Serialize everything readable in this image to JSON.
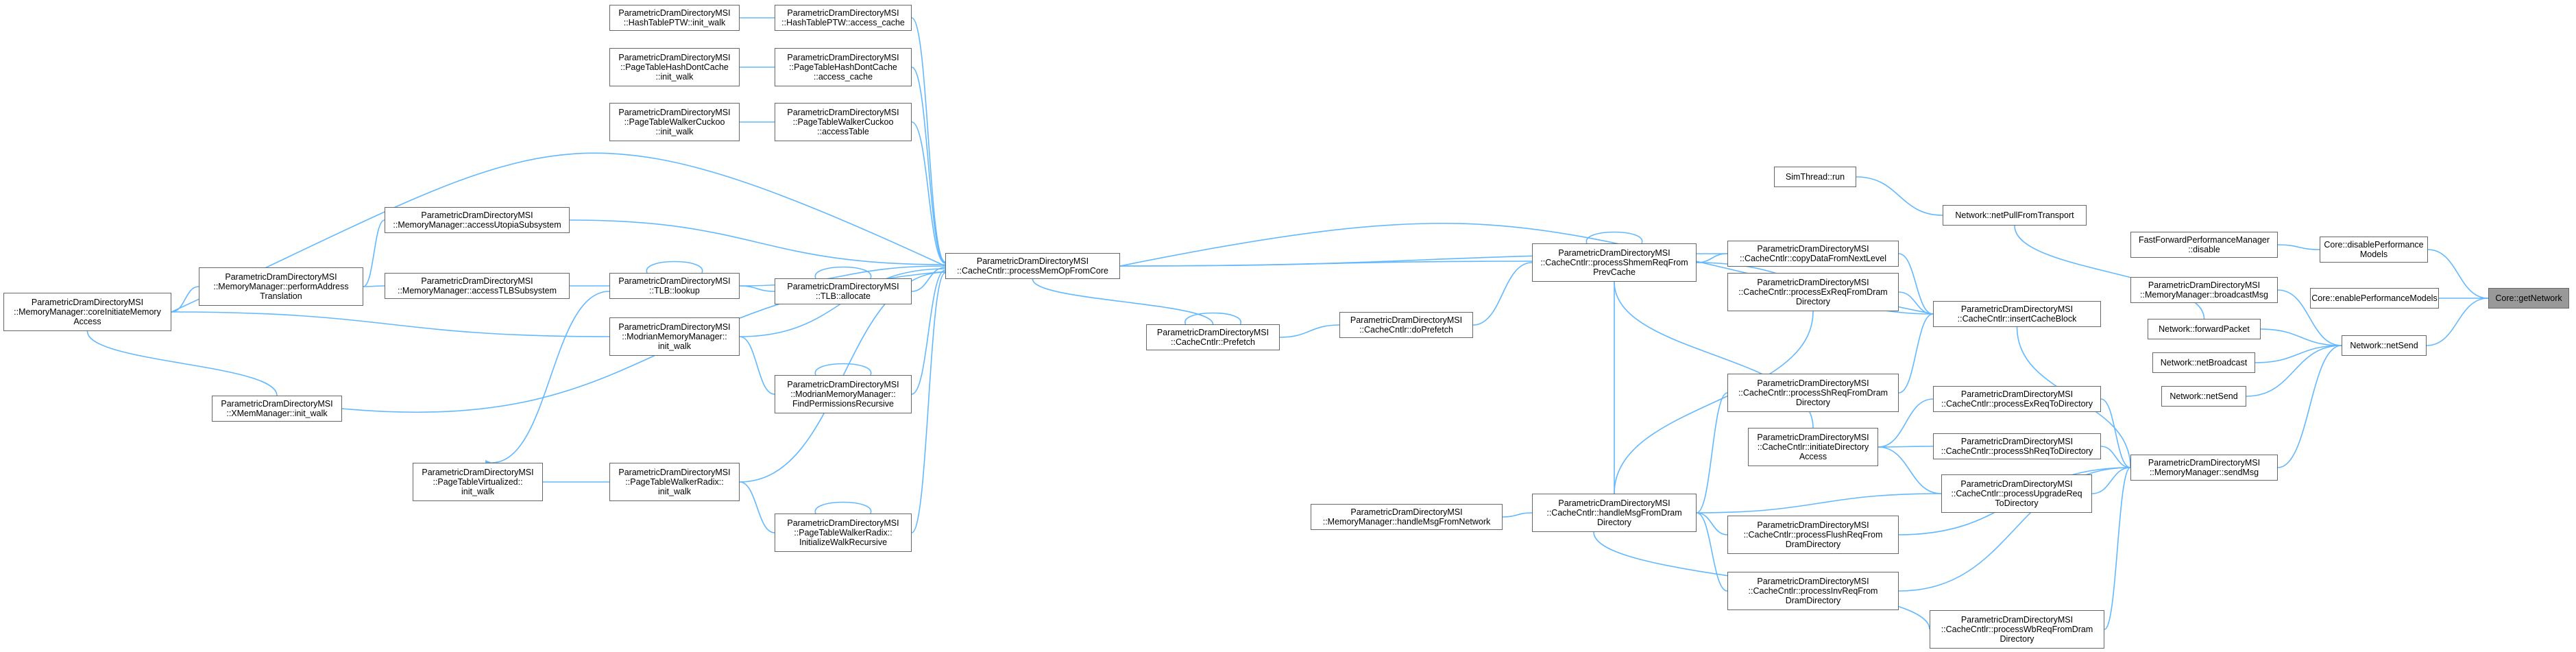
{
  "graph": {
    "edge_color": "#63b8ff",
    "node_border": "#666666",
    "target_fill": "#999999",
    "nodes": {
      "n1": "ParametricDramDirectoryMSI\n::HashTablePTW::init_walk",
      "n2": "ParametricDramDirectoryMSI\n::HashTablePTW::access_cache",
      "n3": "ParametricDramDirectoryMSI\n::PageTableHashDontCache\n::init_walk",
      "n4": "ParametricDramDirectoryMSI\n::PageTableHashDontCache\n::access_cache",
      "n5": "ParametricDramDirectoryMSI\n::PageTableWalkerCuckoo\n::init_walk",
      "n6": "ParametricDramDirectoryMSI\n::PageTableWalkerCuckoo\n::accessTable",
      "n7": "ParametricDramDirectoryMSI\n::MemoryManager::accessUtopiaSubsystem",
      "n8": "ParametricDramDirectoryMSI\n::MemoryManager::performAddress\nTranslation",
      "n9": "ParametricDramDirectoryMSI\n::MemoryManager::accessTLBSubsystem",
      "n10": "ParametricDramDirectoryMSI\n::MemoryManager::coreInitiateMemory\nAccess",
      "n11": "ParametricDramDirectoryMSI\n::TLB::lookup",
      "n12": "ParametricDramDirectoryMSI\n::TLB::allocate",
      "n13": "ParametricDramDirectoryMSI\n::CacheCntlr::processMemOpFromCore",
      "n14": "ParametricDramDirectoryMSI\n::ModrianMemoryManager::\ninit_walk",
      "n15": "ParametricDramDirectoryMSI\n::ModrianMemoryManager::\nFindPermissionsRecursive",
      "n16": "ParametricDramDirectoryMSI\n::CacheCntlr::Prefetch",
      "n17": "ParametricDramDirectoryMSI\n::CacheCntlr::doPrefetch",
      "n18": "ParametricDramDirectoryMSI\n::XMemManager::init_walk",
      "n19": "ParametricDramDirectoryMSI\n::PageTableVirtualized::\ninit_walk",
      "n20": "ParametricDramDirectoryMSI\n::PageTableWalkerRadix::\ninit_walk",
      "n21": "ParametricDramDirectoryMSI\n::PageTableWalkerRadix::\nInitializeWalkRecursive",
      "n22": "ParametricDramDirectoryMSI\n::CacheCntlr::copyDataFromNextLevel",
      "n23": "ParametricDramDirectoryMSI\n::CacheCntlr::processShmemReqFrom\nPrevCache",
      "n24": "ParametricDramDirectoryMSI\n::CacheCntlr::processExReqFromDram\nDirectory",
      "n25": "ParametricDramDirectoryMSI\n::CacheCntlr::processShReqFromDram\nDirectory",
      "n26": "ParametricDramDirectoryMSI\n::CacheCntlr::initiateDirectory\nAccess",
      "n27": "ParametricDramDirectoryMSI\n::MemoryManager::handleMsgFromNetwork",
      "n28": "ParametricDramDirectoryMSI\n::CacheCntlr::handleMsgFromDram\nDirectory",
      "n29": "ParametricDramDirectoryMSI\n::CacheCntlr::processFlushReqFrom\nDramDirectory",
      "n30": "ParametricDramDirectoryMSI\n::CacheCntlr::processInvReqFrom\nDramDirectory",
      "n31": "SimThread::run",
      "n32": "Network::netPullFromTransport",
      "n33": "ParametricDramDirectoryMSI\n::CacheCntlr::insertCacheBlock",
      "n34": "ParametricDramDirectoryMSI\n::CacheCntlr::processExReqToDirectory",
      "n35": "ParametricDramDirectoryMSI\n::CacheCntlr::processShReqToDirectory",
      "n36": "ParametricDramDirectoryMSI\n::CacheCntlr::processUpgradeReq\nToDirectory",
      "n37": "ParametricDramDirectoryMSI\n::CacheCntlr::processWbReqFromDram\nDirectory",
      "n38": "FastForwardPerformanceManager\n::disable",
      "n39": "ParametricDramDirectoryMSI\n::MemoryManager::broadcastMsg",
      "n40": "Network::forwardPacket",
      "n41": "Network::netBroadcast",
      "n42": "Network::netSend",
      "n43": "ParametricDramDirectoryMSI\n::MemoryManager::sendMsg",
      "n44": "Core::disablePerformance\nModels",
      "n45": "Core::enablePerformanceModels",
      "n46": "Network::netSend",
      "n47": "Core::getNetwork"
    }
  }
}
